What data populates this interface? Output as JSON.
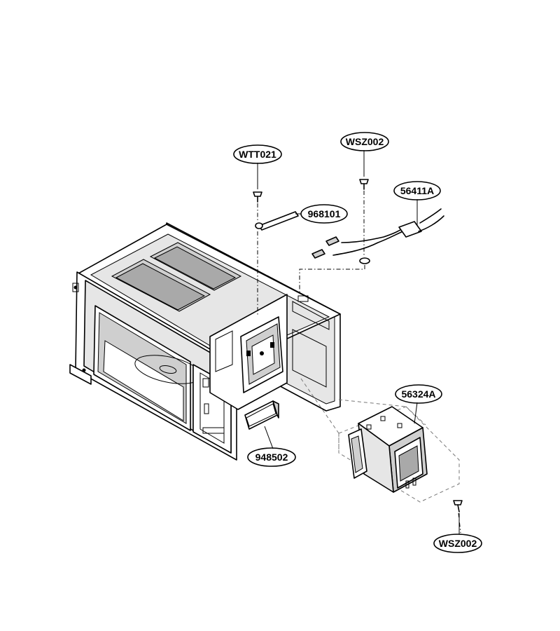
{
  "diagram": {
    "callouts": [
      {
        "id": "WTT021",
        "label": "WTT021"
      },
      {
        "id": "968101",
        "label": "968101"
      },
      {
        "id": "WSZ002_top",
        "label": "WSZ002"
      },
      {
        "id": "56411A",
        "label": "56411A"
      },
      {
        "id": "56324A",
        "label": "56324A"
      },
      {
        "id": "948502",
        "label": "948502"
      },
      {
        "id": "WSZ002_bottom",
        "label": "WSZ002"
      }
    ]
  }
}
